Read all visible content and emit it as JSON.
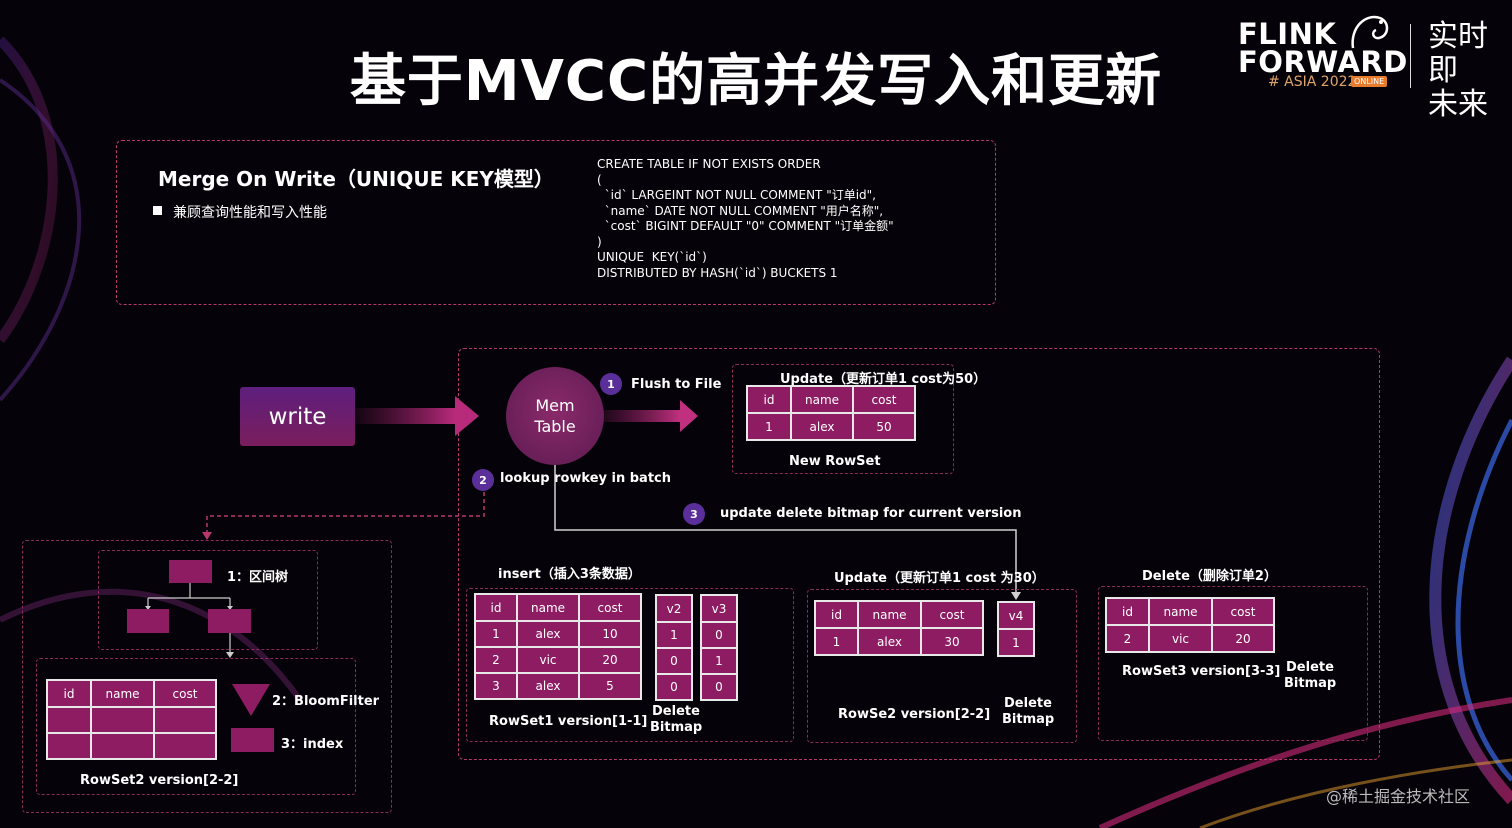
{
  "title": "基于MVCC的高并发写入和更新",
  "logo": {
    "line1": "FLINK",
    "line2": "FORWARD",
    "asia": "# ASIA 2022",
    "online": "ONLINE",
    "cn1": "实时即",
    "cn2": "未来"
  },
  "top_panel": {
    "heading": "Merge On Write（UNIQUE KEY模型）",
    "bullet": "兼顾查询性能和写入性能",
    "sql": "CREATE TABLE IF NOT EXISTS ORDER\n(\n  `id` LARGEINT NOT NULL COMMENT \"订单id\",\n  `name` DATE NOT NULL COMMENT \"用户名称\",\n  `cost` BIGINT DEFAULT \"0\" COMMENT \"订单金额\"\n)\nUNIQUE  KEY(`id`)\nDISTRIBUTED BY HASH(`id`) BUCKETS 1"
  },
  "flow": {
    "write": "write",
    "mem1": "Mem",
    "mem2": "Table",
    "step1_num": "1",
    "step1": "Flush to File",
    "step2_num": "2",
    "step2": "lookup rowkey in batch",
    "step3_num": "3",
    "step3": "update delete bitmap for current version"
  },
  "update50": {
    "title": "Update（更新订单1 cost为50）",
    "headers": [
      "id",
      "name",
      "cost"
    ],
    "row": [
      "1",
      "alex",
      "50"
    ],
    "caption": "New RowSet"
  },
  "index_panel": {
    "tree_label": "1：区间树",
    "bloom_label": "2：BloomFilter",
    "index_label": "3：index",
    "headers": [
      "id",
      "name",
      "cost"
    ],
    "caption": "RowSet2  version[2-2]"
  },
  "insert": {
    "title": "insert（插入3条数据）",
    "headers": [
      "id",
      "name",
      "cost"
    ],
    "rows": [
      [
        "1",
        "alex",
        "10"
      ],
      [
        "2",
        "vic",
        "20"
      ],
      [
        "3",
        "alex",
        "5"
      ]
    ],
    "v2": [
      "v2",
      "1",
      "0",
      "0"
    ],
    "v3": [
      "v3",
      "0",
      "1",
      "0"
    ],
    "caption": "RowSet1  version[1-1]",
    "bitmap1": "Delete",
    "bitmap2": "Bitmap"
  },
  "update30": {
    "title": "Update（更新订单1 cost 为30）",
    "headers": [
      "id",
      "name",
      "cost"
    ],
    "row": [
      "1",
      "alex",
      "30"
    ],
    "v4": [
      "v4",
      "1"
    ],
    "caption": "RowSe2  version[2-2]",
    "bitmap1": "Delete",
    "bitmap2": "Bitmap"
  },
  "delete": {
    "title": "Delete（删除订单2）",
    "headers": [
      "id",
      "name",
      "cost"
    ],
    "row": [
      "2",
      "vic",
      "20"
    ],
    "caption": "RowSet3  version[3-3]",
    "bitmap1": "Delete",
    "bitmap2": "Bitmap"
  },
  "watermark": "@稀土掘金技术社区",
  "colors": {
    "cell": "#8e1c62",
    "dash": "#b8376f",
    "badge": "#5a2f9a"
  }
}
